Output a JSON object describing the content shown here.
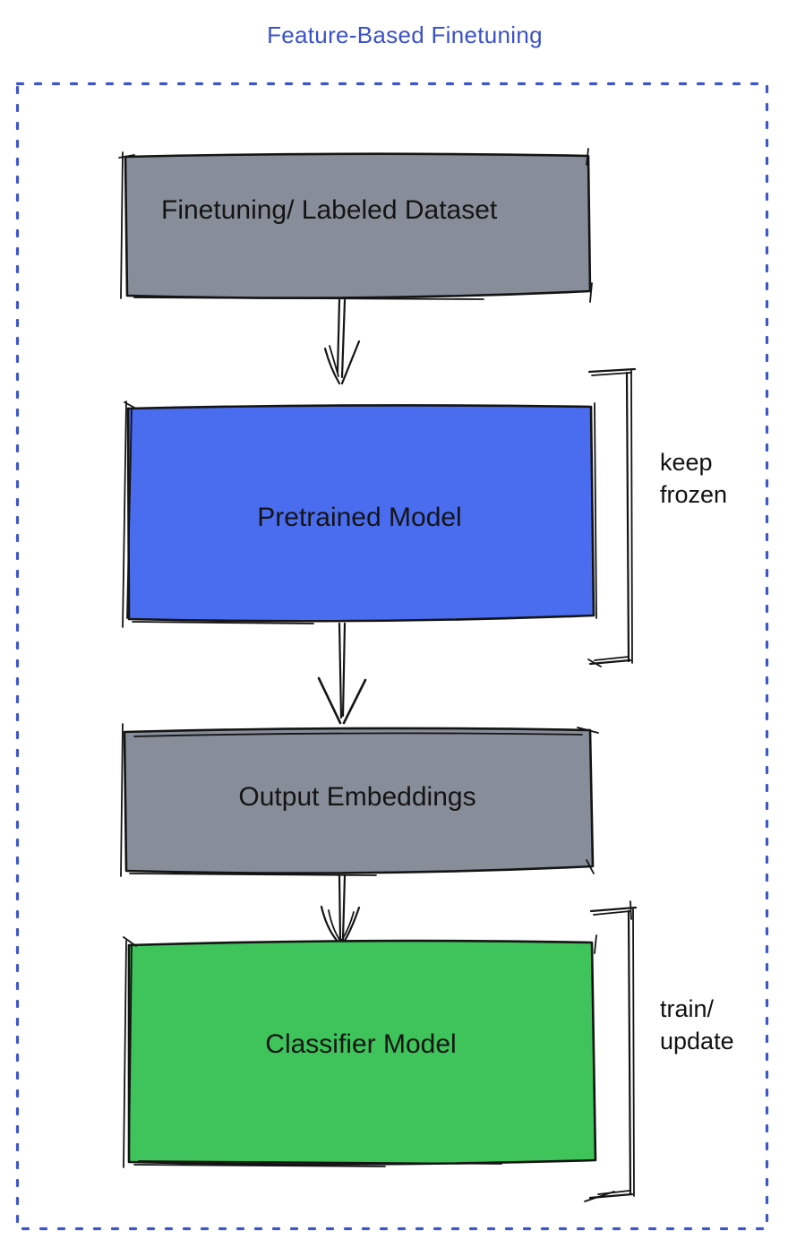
{
  "title": {
    "text": "Feature-Based Finetuning"
  },
  "colors": {
    "title_blue": "#3a52c8",
    "border_blue": "#3f56cb",
    "box_gray": "#878e99",
    "box_blue": "#4a6df0",
    "box_green": "#3ec45b",
    "ink": "#141414"
  },
  "boxes": [
    {
      "id": "finetuning-dataset",
      "label": "Finetuning/ Labeled Dataset"
    },
    {
      "id": "pretrained-model",
      "label": "Pretrained Model"
    },
    {
      "id": "output-embeddings",
      "label": "Output Embeddings"
    },
    {
      "id": "classifier-model",
      "label": "Classifier Model"
    }
  ],
  "annotations": [
    {
      "id": "keep-frozen",
      "text": "keep\nfrozen"
    },
    {
      "id": "train-update",
      "text": "train/\nupdate"
    }
  ]
}
